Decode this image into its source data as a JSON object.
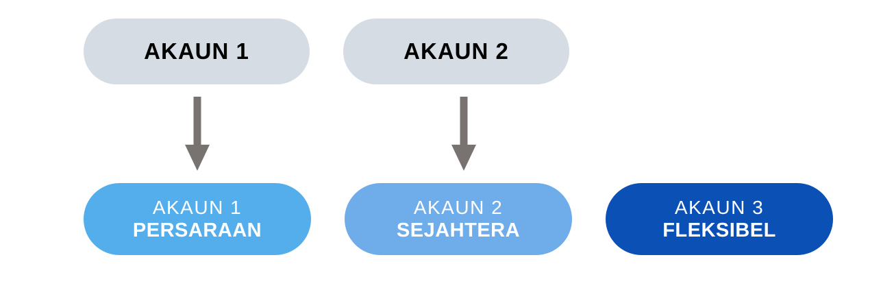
{
  "background": "#ffffff",
  "colors": {
    "source_pill_bg": "#d5dce4",
    "source_pill_text": "#000000",
    "arrow": "#787370",
    "target_1_bg": "#55aeec",
    "target_2_bg": "#6facea",
    "target_3_bg": "#0b50b5",
    "target_text": "#ffffff"
  },
  "diagram": {
    "source_accounts": [
      {
        "label": "AKAUN 1"
      },
      {
        "label": "AKAUN 2"
      }
    ],
    "target_accounts": [
      {
        "line1": "AKAUN 1",
        "line2": "PERSARAAN"
      },
      {
        "line1": "AKAUN 2",
        "line2": "SEJAHTERA"
      },
      {
        "line1": "AKAUN 3",
        "line2": "FLEKSIBEL"
      }
    ]
  }
}
